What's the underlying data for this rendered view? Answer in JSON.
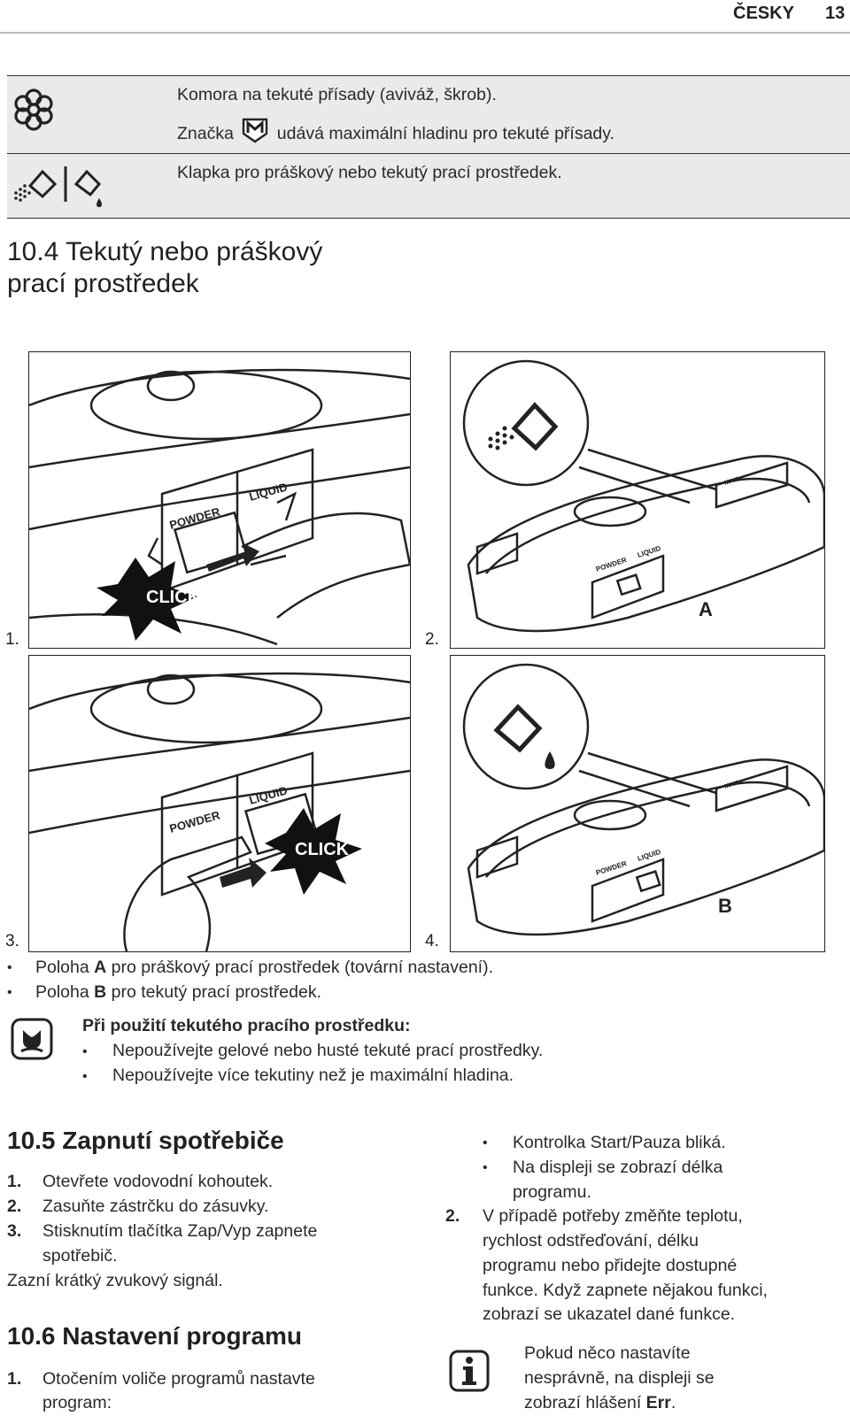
{
  "header": {
    "language": "ČESKY",
    "page_number": "13"
  },
  "info_table": {
    "row1_line1": "Komora na tekuté přísady (aviváž, škrob).",
    "row1_line2_before": "Značka",
    "row1_line2_after": "udává maximální hladinu pro tekuté přísady.",
    "row2_text": "Klapka pro práškový nebo tekutý prací prostředek."
  },
  "section_10_4": {
    "title_line1": "10.4 Tekutý nebo práškový",
    "title_line2": "prací prostředek"
  },
  "figures": {
    "fig1_num": "1.",
    "fig2_num": "2.",
    "fig3_num": "3.",
    "fig4_num": "4.",
    "click": "CLICK",
    "powder": "POWDER",
    "liquid": "LIQUID",
    "max": "MAX",
    "label_a": "A",
    "label_b": "B"
  },
  "positions": {
    "a_prefix": "Poloha ",
    "a_letter": "A",
    "a_suffix": " pro práškový prací prostředek (tovární nastavení).",
    "b_prefix": "Poloha ",
    "b_letter": "B",
    "b_suffix": " pro tekutý prací prostředek."
  },
  "liquid_note": {
    "title": "Při použití tekutého pracího prostředku:",
    "items": [
      "Nepoužívejte gelové nebo husté tekuté prací prostředky.",
      "Nepoužívejte více tekutiny než je maximální hladina."
    ]
  },
  "section_10_5": {
    "title": "10.5 Zapnutí spotřebiče",
    "steps": [
      {
        "n": "1.",
        "text": "Otevřete vodovodní kohoutek."
      },
      {
        "n": "2.",
        "text": "Zasuňte zástrčku do zásuvky."
      },
      {
        "n": "3.",
        "line1": "Stisknutím tlačítka Zap/Vyp zapnete",
        "line2": "spotřebič."
      }
    ],
    "after": "Zazní krátký zvukový signál."
  },
  "section_10_6": {
    "title": "10.6 Nastavení programu",
    "step1_n": "1.",
    "step1_line1": "Otočením voliče programů nastavte",
    "step1_line2": "program:"
  },
  "right_col": {
    "bullet1": "Kontrolka Start/Pauza bliká.",
    "bullet2_line1": "Na displeji se zobrazí délka",
    "bullet2_line2": "programu.",
    "step2_n": "2.",
    "step2_lines": [
      "V případě potřeby změňte teplotu,",
      "rychlost odstřeďování, délku",
      "programu nebo přidejte dostupné",
      "funkce. Když zapnete nějakou funkci,",
      "zobrazí se ukazatel dané funkce."
    ],
    "info_lines": [
      "Pokud něco nastavíte",
      "nesprávně, na displeji se"
    ],
    "info_last_before": "zobrazí hlášení ",
    "info_last_bold": "Err",
    "info_last_after": "."
  }
}
